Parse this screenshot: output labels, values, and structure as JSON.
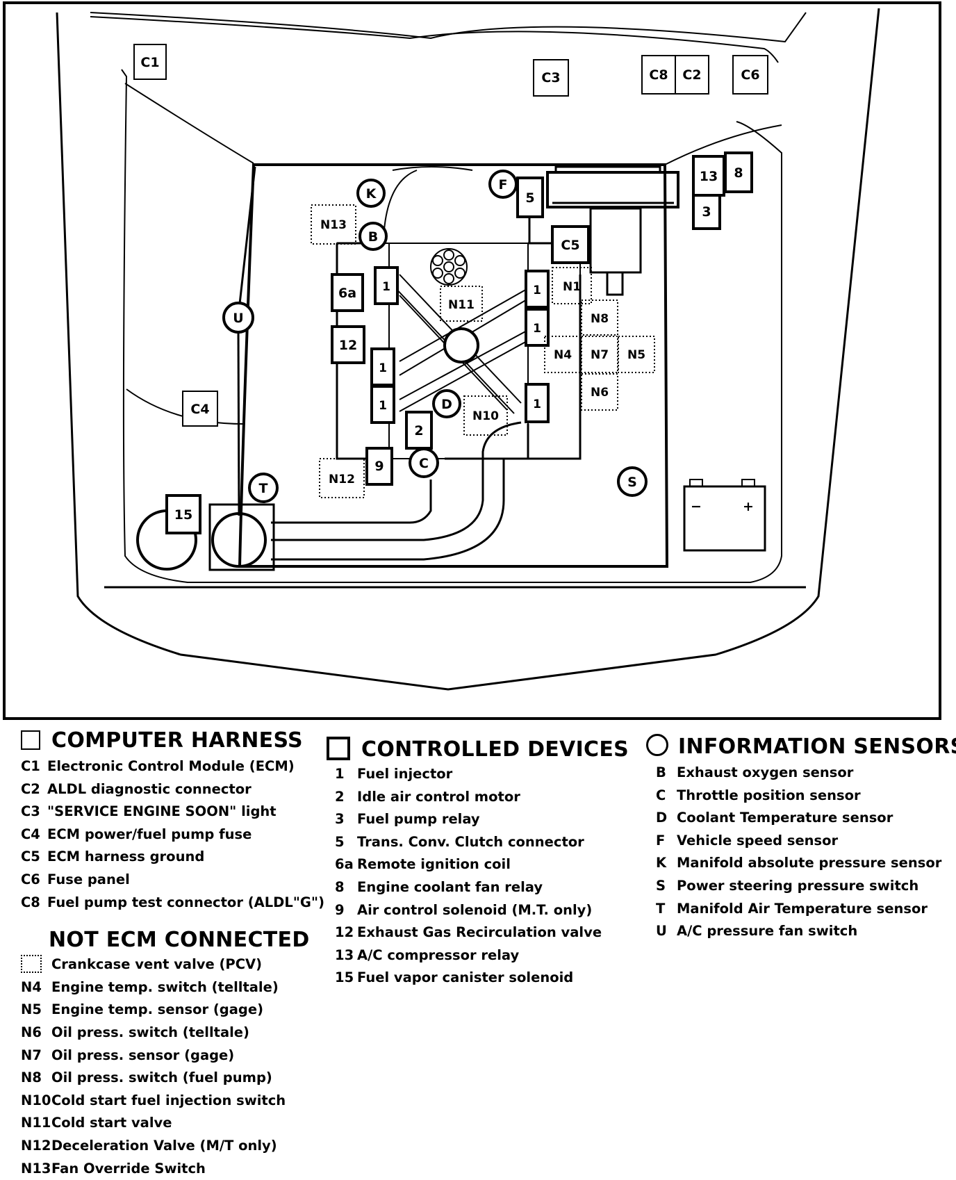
{
  "diagram": {
    "harness_boxes": [
      "C1",
      "C3",
      "C8",
      "C2",
      "C6",
      "C4",
      "C5"
    ],
    "device_boxes": [
      "13",
      "8",
      "3",
      "5",
      "6a",
      "12",
      "2",
      "9",
      "15"
    ],
    "injector_label": "1",
    "sensor_circles": [
      "K",
      "B",
      "F",
      "U",
      "D",
      "C",
      "T",
      "S"
    ],
    "dotted_boxes": [
      "N13",
      "N1",
      "N11",
      "N8",
      "N4",
      "N7",
      "N5",
      "N6",
      "N10",
      "N12"
    ],
    "battery": {
      "minus": "−",
      "plus": "+"
    }
  },
  "legend": {
    "computer_harness": {
      "title": "COMPUTER HARNESS",
      "items": [
        {
          "code": "C1",
          "text": "Electronic Control Module (ECM)"
        },
        {
          "code": "C2",
          "text": "ALDL diagnostic connector"
        },
        {
          "code": "C3",
          "text": "\"SERVICE ENGINE SOON\" light"
        },
        {
          "code": "C4",
          "text": "ECM power/fuel pump fuse"
        },
        {
          "code": "C5",
          "text": "ECM harness ground"
        },
        {
          "code": "C6",
          "text": "Fuse panel"
        },
        {
          "code": "C8",
          "text": "Fuel pump test connector (ALDL\"G\")"
        }
      ]
    },
    "not_ecm": {
      "title": "NOT ECM CONNECTED",
      "pcv_text": "Crankcase vent valve (PCV)",
      "items": [
        {
          "code": "N4",
          "text": "Engine temp. switch (telltale)"
        },
        {
          "code": "N5",
          "text": "Engine temp. sensor (gage)"
        },
        {
          "code": "N6",
          "text": "Oil press. switch (telltale)"
        },
        {
          "code": "N7",
          "text": "Oil press. sensor (gage)"
        },
        {
          "code": "N8",
          "text": "Oil press. switch (fuel pump)"
        },
        {
          "code": "N10",
          "text": "Cold start fuel injection switch"
        },
        {
          "code": "N11",
          "text": "Cold start valve"
        },
        {
          "code": "N12",
          "text": "Deceleration Valve (M/T only)"
        },
        {
          "code": "N13",
          "text": "Fan Override Switch"
        }
      ]
    },
    "controlled_devices": {
      "title": "CONTROLLED DEVICES",
      "items": [
        {
          "code": "1",
          "text": "Fuel injector"
        },
        {
          "code": "2",
          "text": "Idle air control motor"
        },
        {
          "code": "3",
          "text": "Fuel pump relay"
        },
        {
          "code": "5",
          "text": "Trans. Conv. Clutch connector"
        },
        {
          "code": "6a",
          "text": "Remote ignition coil"
        },
        {
          "code": "8",
          "text": "Engine coolant fan relay"
        },
        {
          "code": "9",
          "text": "Air control solenoid (M.T. only)"
        },
        {
          "code": "12",
          "text": "Exhaust Gas Recirculation valve"
        },
        {
          "code": "13",
          "text": "A/C compressor relay"
        },
        {
          "code": "15",
          "text": "Fuel vapor canister solenoid"
        }
      ]
    },
    "information_sensors": {
      "title": "INFORMATION SENSORS",
      "items": [
        {
          "code": "B",
          "text": "Exhaust oxygen sensor"
        },
        {
          "code": "C",
          "text": "Throttle position sensor"
        },
        {
          "code": "D",
          "text": "Coolant Temperature sensor"
        },
        {
          "code": "F",
          "text": "Vehicle speed sensor"
        },
        {
          "code": "K",
          "text": "Manifold absolute pressure sensor"
        },
        {
          "code": "S",
          "text": "Power steering pressure switch"
        },
        {
          "code": "T",
          "text": "Manifold Air Temperature sensor"
        },
        {
          "code": "U",
          "text": "A/C pressure fan switch"
        }
      ]
    }
  }
}
